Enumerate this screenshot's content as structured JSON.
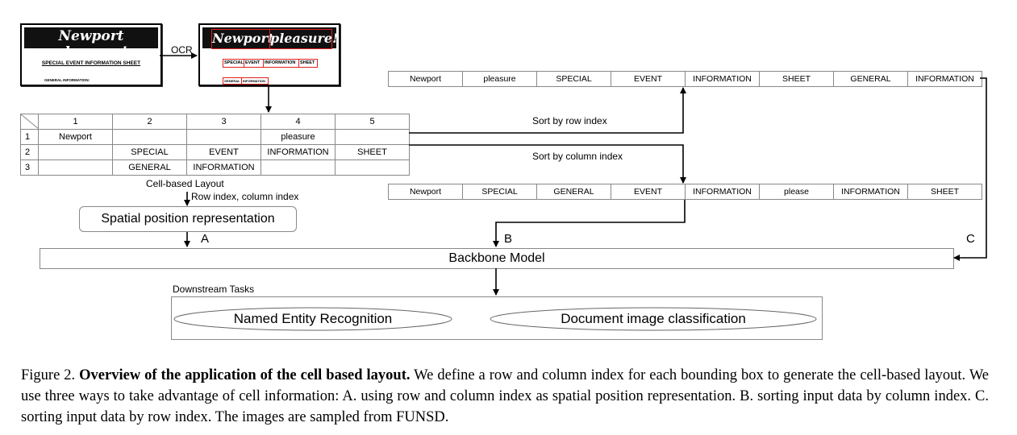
{
  "document_left": {
    "title": "Newport pleasure!",
    "subtitle": "SPECIAL EVENT INFORMATION SHEET",
    "footer": "GENERAL INFORMATION:"
  },
  "document_right": {
    "title_word_1": "Newport",
    "title_word_2": "pleasure!",
    "box_words": [
      "SPECIAL",
      "EVENT",
      "INFORMATION",
      "SHEET"
    ],
    "footer_word_1": "GENERAL",
    "footer_word_2": "INFORMATION"
  },
  "ocr_label": "OCR",
  "cell_table": {
    "column_headers": [
      "1",
      "2",
      "3",
      "4",
      "5"
    ],
    "rows": [
      {
        "index": "1",
        "cells": [
          "Newport",
          "",
          "",
          "pleasure",
          ""
        ]
      },
      {
        "index": "2",
        "cells": [
          "",
          "SPECIAL",
          "EVENT",
          "INFORMATION",
          "SHEET"
        ]
      },
      {
        "index": "3",
        "cells": [
          "",
          "GENERAL",
          "INFORMATION",
          "",
          ""
        ]
      }
    ]
  },
  "cell_layout_label": "Cell-based Layout",
  "row_col_label": "Row index, column index",
  "spatial_label": "Spatial position representation",
  "row_sorted_tokens": [
    "Newport",
    "pleasure",
    "SPECIAL",
    "EVENT",
    "INFORMATION",
    "SHEET",
    "GENERAL",
    "INFORMATION"
  ],
  "column_sorted_tokens": [
    "Newport",
    "SPECIAL",
    "GENERAL",
    "EVENT",
    "INFORMATION",
    "please",
    "INFORMATION",
    "SHEET"
  ],
  "sort_row_label": "Sort by row index",
  "sort_column_label": "Sort by column index",
  "arrow_labels": {
    "a": "A",
    "b": "B",
    "c": "C"
  },
  "backbone_label": "Backbone Model",
  "downstream_label": "Downstream Tasks",
  "tasks": [
    "Named Entity Recognition",
    "Document image classification"
  ],
  "caption": {
    "figure_label": "Figure 2.",
    "bold_title": "Overview of the application of the cell based layout.",
    "body": "We define a row and column index for each bounding box to generate the cell-based layout.  We use three ways to take advantage of cell information:  A. using row and column index as spatial position representation. B. sorting input data by column index. C. sorting input data by row index. The images are sampled from FUNSD."
  }
}
